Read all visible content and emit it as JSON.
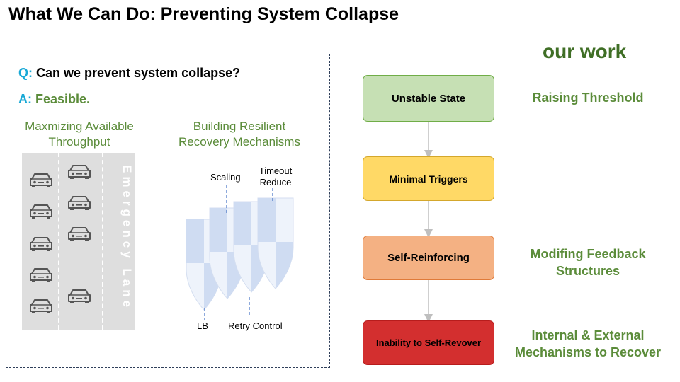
{
  "slide": {
    "title": "What We Can Do: Preventing System Collapse"
  },
  "qa": {
    "q_prefix": "Q:",
    "q_text": "Can we prevent system collapse?",
    "a_prefix": "A:",
    "a_text": "Feasible."
  },
  "left": {
    "throughput_title": "Maxmizing Available Throughput",
    "lane_label": "Emergency Lane",
    "car_icon": "car-icon"
  },
  "middle": {
    "title": "Building Resilient Recovery Mechanisms",
    "labels": {
      "scaling": "Scaling",
      "timeout": "Timeout Reduce",
      "lb": "LB",
      "retry": "Retry Control"
    },
    "shield_icon": "shield-icon"
  },
  "flow": {
    "our_work": "our work",
    "steps": [
      {
        "label": "Unstable State",
        "fill": "#c6e0b4",
        "border": "#70ad47"
      },
      {
        "label": "Minimal Triggers",
        "fill": "#ffd966",
        "border": "#d4a72c"
      },
      {
        "label": "Self-Reinforcing",
        "fill": "#f4b183",
        "border": "#e07b39"
      },
      {
        "label": "Inability to Self-Revover",
        "fill": "#d32f2f",
        "border": "#b71c1c"
      }
    ],
    "side": {
      "raising": "Raising Threshold",
      "modifying": "Modifing Feedback Structures",
      "internal": "Internal & External Mechanisms to Recover"
    }
  },
  "colors": {
    "accent_green": "#5b8c3a",
    "question_cyan": "#19a9d6"
  }
}
